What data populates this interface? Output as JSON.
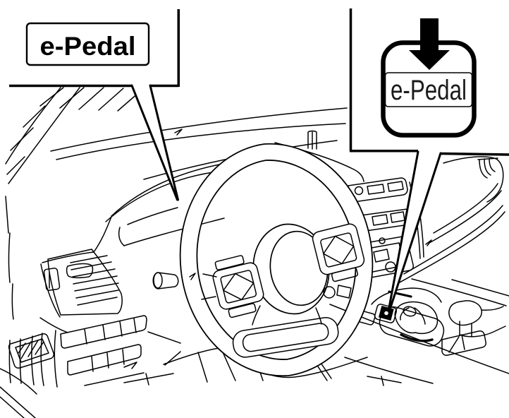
{
  "page": {
    "background": "#ffffff",
    "line_color": "#000000"
  },
  "diagram": {
    "type": "vehicle-interior-line-illustration",
    "description": "Car dashboard, steering wheel and center console line drawing with two e-Pedal callouts",
    "callouts": {
      "cluster": {
        "label": "e-Pedal"
      },
      "switch": {
        "label": "e-Pedal",
        "icon": "down-arrow-icon"
      }
    }
  }
}
